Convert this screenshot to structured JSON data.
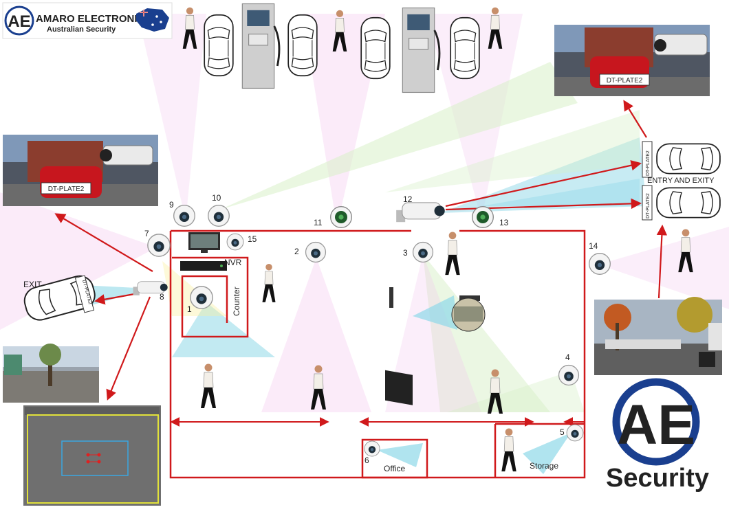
{
  "brand": {
    "name": "AMARO ELECTRONICS",
    "tagline": "Australian Security",
    "logo_mark": "AE",
    "logo_word": "Security",
    "brand_blue": "#1a3f8f",
    "flag_icon": "australian-flag-icon"
  },
  "labels": {
    "nvr": "NVR",
    "counter": "Counter",
    "exit": "EXIT",
    "entry_exit": "ENTRY AND EXITY",
    "office": "Office",
    "storage": "Storage"
  },
  "plates": {
    "left_photo": "DT-PLATE2",
    "right_photo": "DT-PLATE2",
    "car_a": "DT-PLATE2",
    "car_b": "DT-PLATE2",
    "exit_car": "DT-PLATE2"
  },
  "cameras": [
    "1",
    "2",
    "3",
    "4",
    "5",
    "6",
    "7",
    "8",
    "9",
    "10",
    "11",
    "12",
    "13",
    "14",
    "15"
  ],
  "colors": {
    "wall": "#d0191b",
    "arrow": "#d0191b",
    "fov_blue": "#8fd8e8",
    "fov_pink": "#f3c6ee",
    "fov_green": "#d8f0c8"
  }
}
